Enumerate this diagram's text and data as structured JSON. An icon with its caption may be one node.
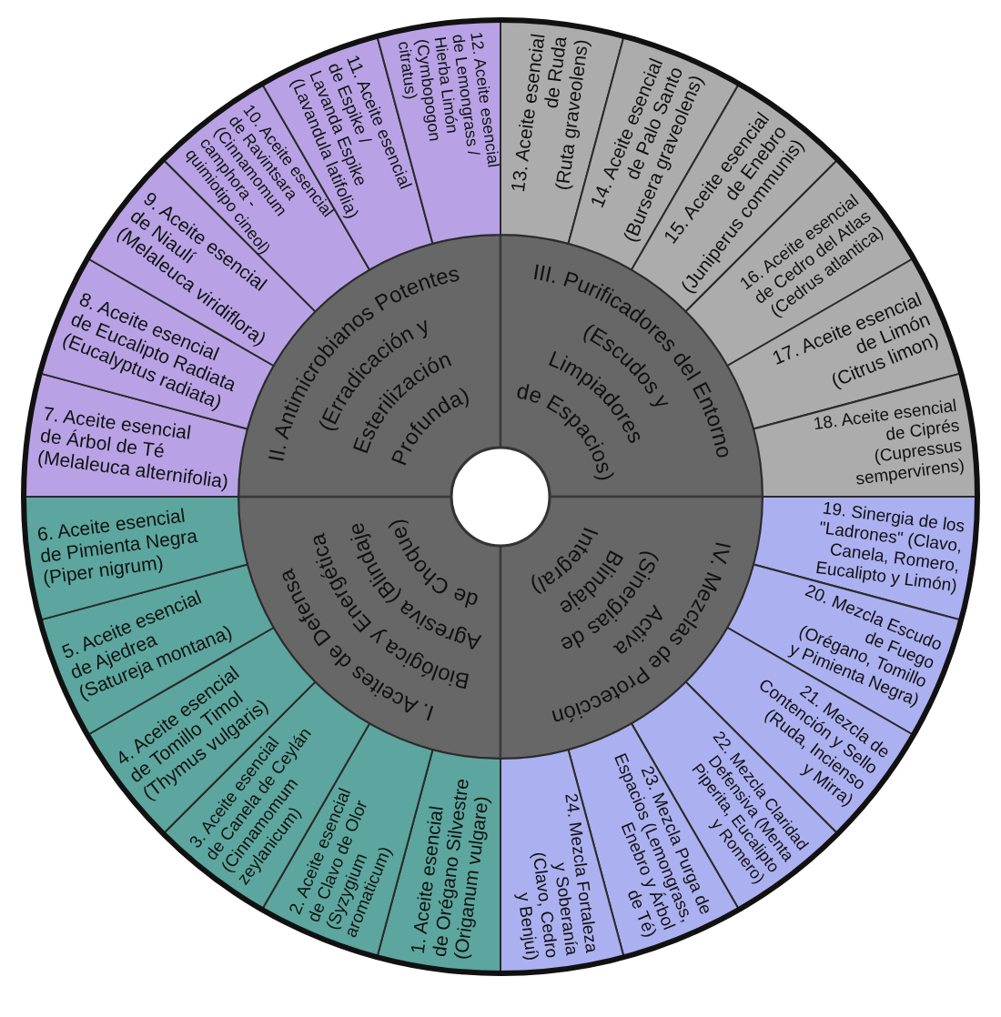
{
  "diagram": {
    "nodes": [
      {
        "text": [
          "I. Aceites de Defensa Biológica y Energética Agresiva (Blindaje de Choque)"
        ]
      },
      {
        "text": [
          "1. Aceite esencial de Orégano Silvestre (Origanum vulgare)"
        ]
      },
      {
        "text": [
          "2. Aceite esencial de Clavo de Olor (Syzygium aromaticum)"
        ]
      },
      {
        "text": [
          "3. Aceite esencial de Canela de Ceylán (Cinnamomum zeylanicum)"
        ]
      },
      {
        "text": [
          "4. Aceite esencial de Tomillo Timol (Thymus vulgaris)"
        ]
      },
      {
        "text": [
          "5. Aceite esencial de Ajedrea (Satureja montana)"
        ]
      },
      {
        "text": [
          "6. Aceite esencial de Pimienta Negra (Piper nigrum)"
        ]
      },
      {
        "text": [
          "II. Antimicrobianos Potentes (Erradicación y Esterilización Profunda)"
        ]
      },
      {
        "text": [
          "7. Aceite esencial de Árbol de Té (Melaleuca alternifolia)"
        ]
      },
      {
        "text": [
          "8. Aceite esencial de Eucalipto Radiata (Eucalyptus radiata)"
        ]
      },
      {
        "text": [
          "9. Aceite esencial de Niaulí (Melaleuca viridiflora)"
        ]
      },
      {
        "text": [
          "10. Aceite esencial de Ravintsara (Cinnamomum camphora - quimiotipo cineol)"
        ]
      },
      {
        "text": [
          "11. Aceite esencial de Espike / Lavanda Espike (Lavandula latifolia)"
        ]
      },
      {
        "text": [
          "12. Aceite esencial de Lemongrass / Hierba Limón (Cymbopogon citratus)"
        ]
      },
      {
        "text": [
          "III. Purificadores del Entorno (Escudos y Limpiadores de Espacios)"
        ]
      },
      {
        "text": [
          "13. Aceite esencial de Ruda (Ruta graveolens)"
        ]
      },
      {
        "text": [
          "14. Aceite esencial de Palo Santo (Bursera graveolens)"
        ]
      },
      {
        "text": [
          "15. Aceite esencial de Enebro (Juniperus communis)"
        ]
      },
      {
        "text": [
          "16. Aceite esencial de Cedro del Atlas (Cedrus atlantica)"
        ]
      },
      {
        "text": [
          "17. Aceite esencial de Limón (Citrus limon)"
        ]
      },
      {
        "text": [
          "18. Aceite esencial de Ciprés (Cupressus sempervirens)"
        ]
      },
      {
        "text": [
          "IV. Mezclas de Protección Activa (Sinergias de Blindaje Integral)"
        ]
      },
      {
        "text": [
          "19. Sinergia de los \"Ladrones\" (Clavo, Canela, Romero, Eucalipto y Limón)"
        ]
      },
      {
        "text": [
          "20. Mezcla Escudo de Fuego (Orégano, Tomillo y Pimienta Negra)"
        ]
      },
      {
        "text": [
          "21. Mezcla de Contención y Sello (Ruda, Incienso y Mirra)"
        ]
      },
      {
        "text": [
          "22. Mezcla Claridad Defensiva (Menta Piperita, Eucalipto y Romero)"
        ]
      },
      {
        "text": [
          "23. Mezcla Purga de Espacios (Lemongrass, Enebro y Árbol de Té)"
        ]
      },
      {
        "text": [
          "24. Mezcla Fortaleza y Soberanía (Clavo, Cedro y Benjuí)"
        ]
      }
    ]
  }
}
